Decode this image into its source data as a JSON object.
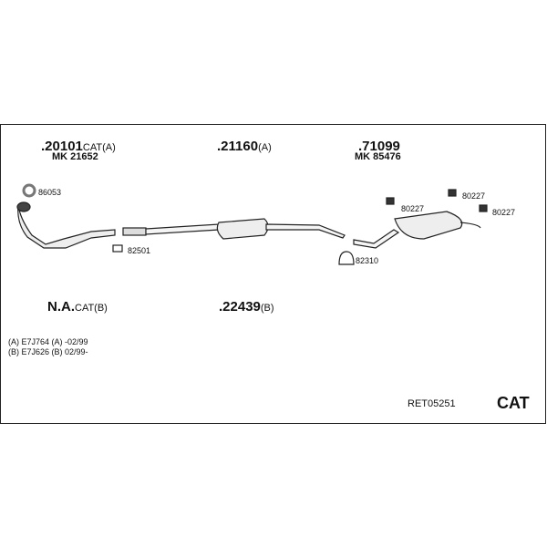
{
  "parts": {
    "p1": {
      "number": ".20101",
      "suffix": "CAT(A)",
      "mk": "MK 21652"
    },
    "p2": {
      "number": ".21160",
      "suffix": "(A)"
    },
    "p3": {
      "number": ".71099",
      "mk": "MK 85476"
    },
    "p4": {
      "number": "N.A.",
      "suffix": "CAT(B)"
    },
    "p5": {
      "number": ".22439",
      "suffix": "(B)"
    }
  },
  "accessories": {
    "ring": "86053",
    "clamp1": "82501",
    "clamp2": "82310",
    "hanger1": "80227",
    "hanger2": "80227",
    "hanger3": "80227"
  },
  "notes": [
    "(A) E7J764 (A) -02/99",
    "(B) E7J626 (B) 02/99-"
  ],
  "ref": "RET05251",
  "type": "CAT"
}
